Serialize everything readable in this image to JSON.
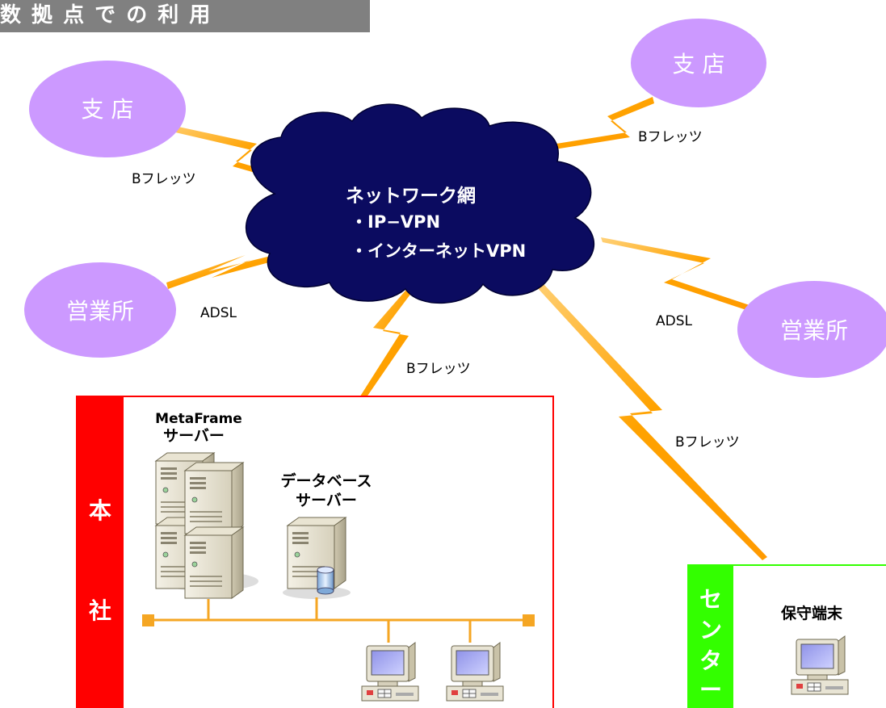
{
  "title_banner": "数 拠 点 で の 利 用",
  "sites": {
    "branch_left": "支 店",
    "branch_right": "支 店",
    "sales_left": "営業所",
    "sales_right": "営業所"
  },
  "network": {
    "title": "ネットワーク網",
    "items": [
      "・IP−VPN",
      "・インターネットVPN"
    ]
  },
  "links": {
    "branch_left": "Bフレッツ",
    "branch_right": "Bフレッツ",
    "sales_left": "ADSL",
    "sales_right": "ADSL",
    "headquarters": "Bフレッツ",
    "center": "Bフレッツ"
  },
  "headquarters": {
    "label_top": "本",
    "label_bottom": "社",
    "metaframe_line1": "MetaFrame",
    "metaframe_line2": "サーバー",
    "db_line1": "データベース",
    "db_line2": "サーバー"
  },
  "center": {
    "label": [
      "セ",
      "ン",
      "タ",
      "ー"
    ],
    "terminal": "保守端末"
  },
  "colors": {
    "banner": "#808080",
    "cloud": "#0b0b60",
    "site_bubble": "#cc99ff",
    "lightning": "#ffa500",
    "hq": "#ff0000",
    "center": "#33ff00",
    "lan": "#f5a623"
  }
}
